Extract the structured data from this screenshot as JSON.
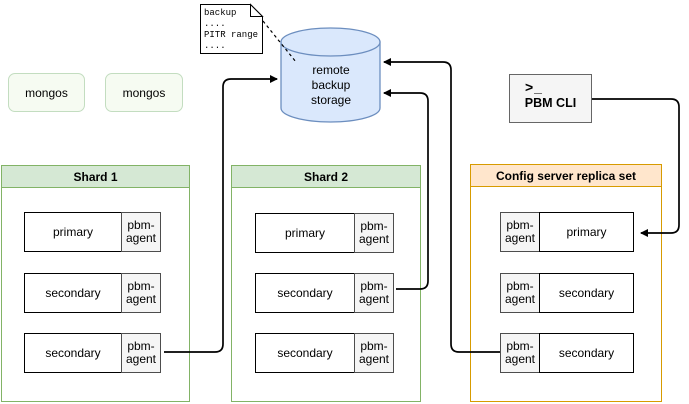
{
  "note": {
    "lines": [
      "backup",
      "....",
      "PITR range",
      "...."
    ]
  },
  "storage": {
    "lines": [
      "remote",
      "backup",
      "storage"
    ]
  },
  "mongos_labels": [
    "mongos",
    "mongos"
  ],
  "pbm_cli": {
    "prompt": ">_",
    "label": "PBM CLI"
  },
  "clusters": [
    {
      "title": "Shard 1",
      "rows": [
        {
          "node": "primary",
          "agent": "pbm-agent"
        },
        {
          "node": "secondary",
          "agent": "pbm-agent"
        },
        {
          "node": "secondary",
          "agent": "pbm-agent"
        }
      ]
    },
    {
      "title": "Shard 2",
      "rows": [
        {
          "node": "primary",
          "agent": "pbm-agent"
        },
        {
          "node": "secondary",
          "agent": "pbm-agent"
        },
        {
          "node": "secondary",
          "agent": "pbm-agent"
        }
      ]
    },
    {
      "title": "Config server replica set",
      "rows": [
        {
          "node": "primary",
          "agent": "pbm-agent"
        },
        {
          "node": "secondary",
          "agent": "pbm-agent"
        },
        {
          "node": "secondary",
          "agent": "pbm-agent"
        }
      ]
    }
  ],
  "colors": {
    "green_fill": "#d5e8d4",
    "green_stroke": "#82b366",
    "orange_fill": "#ffe6cc",
    "orange_stroke": "#d79b00",
    "blue_fill": "#dae8fc",
    "blue_stroke": "#6c8ebf",
    "gray_fill": "#f5f5f5",
    "gray_stroke": "#666666",
    "mongos_fill": "#f6fbf2",
    "mongos_stroke": "#c3ddc0",
    "connector": "#000000"
  }
}
